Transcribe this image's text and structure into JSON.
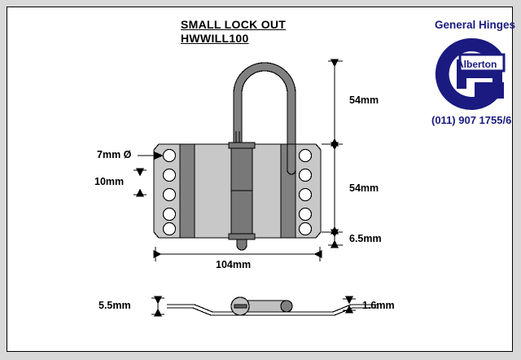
{
  "page": {
    "background_color": "#d9d9d9",
    "frame_color": "#ffffff",
    "border_color": "#000000"
  },
  "title": {
    "line1": "SMALL LOCK OUT",
    "line2": "HWWILL100"
  },
  "logo": {
    "company": "General Hinges",
    "badge": "Alberton",
    "phone": "(011) 907 1755/6",
    "color": "#1a1a80",
    "mark_name": "general-hinges-g-logo"
  },
  "dimensions": {
    "hole_diameter": "7mm Ø",
    "hole_pitch": "10mm",
    "shackle_height": "54mm",
    "body_height": "54mm",
    "bottom_height": "6.5mm",
    "overall_width": "104mm",
    "profile_offset": "5.5mm",
    "plate_thickness": "1.6mm"
  },
  "drawing": {
    "front_view_name": "lock-front-view",
    "profile_view_name": "lock-side-profile-view",
    "hole_count_per_side": 5,
    "colors": {
      "plate_light": "#c8c8c8",
      "plate_band": "#808080",
      "barrel": "#787878",
      "shackle": "#808080",
      "outline": "#000000",
      "hole_fill": "#ffffff"
    }
  }
}
